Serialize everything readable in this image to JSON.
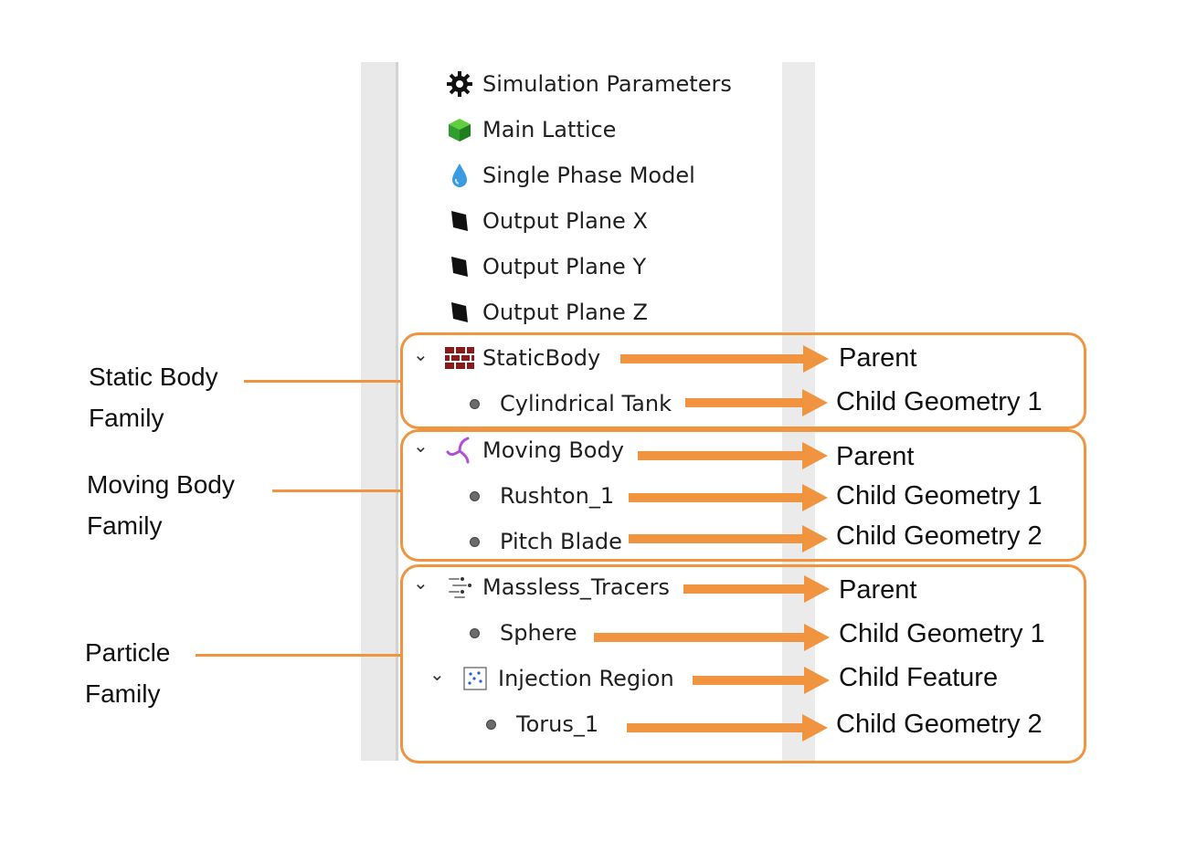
{
  "tree": {
    "items": [
      {
        "label": "Simulation Parameters",
        "icon": "gear-icon"
      },
      {
        "label": "Main Lattice",
        "icon": "green-cube-icon"
      },
      {
        "label": "Single Phase Model",
        "icon": "water-drop-icon"
      },
      {
        "label": "Output Plane X",
        "icon": "plane-icon"
      },
      {
        "label": "Output Plane Y",
        "icon": "plane-icon"
      },
      {
        "label": "Output Plane Z",
        "icon": "plane-icon"
      },
      {
        "label": "StaticBody",
        "icon": "brick-wall-icon"
      },
      {
        "label": "Cylindrical Tank",
        "icon": "bullet-icon"
      },
      {
        "label": "Moving Body",
        "icon": "impeller-icon"
      },
      {
        "label": "Rushton_1",
        "icon": "bullet-icon"
      },
      {
        "label": "Pitch Blade",
        "icon": "bullet-icon"
      },
      {
        "label": "Massless_Tracers",
        "icon": "tracers-icon"
      },
      {
        "label": "Sphere",
        "icon": "bullet-icon"
      },
      {
        "label": "Injection Region",
        "icon": "injection-region-icon"
      },
      {
        "label": "Torus_1",
        "icon": "bullet-icon"
      }
    ]
  },
  "families": [
    {
      "label_line1": "Static Body",
      "label_line2": "Family"
    },
    {
      "label_line1": "Moving Body",
      "label_line2": "Family"
    },
    {
      "label_line1": "Particle",
      "label_line2": "Family"
    }
  ],
  "roles": [
    "Parent",
    "Child Geometry 1",
    "Parent",
    "Child Geometry 1",
    "Child Geometry 2",
    "Parent",
    "Child Geometry 1",
    "Child Feature",
    "Child Geometry 2"
  ],
  "colors": {
    "accent": "#f0943f",
    "panel_gray": "#e9e9e9"
  }
}
